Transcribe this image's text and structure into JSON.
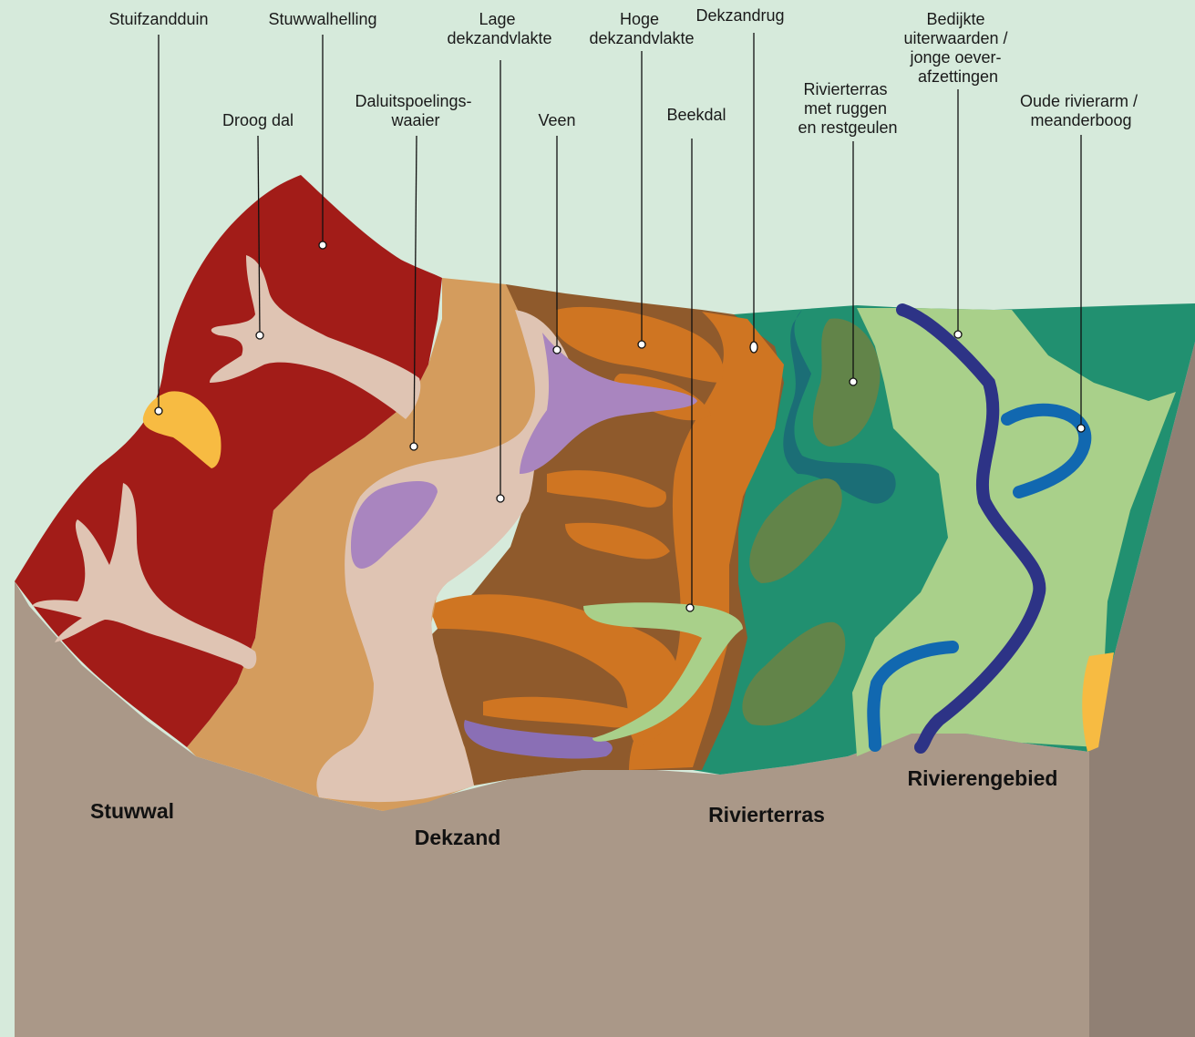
{
  "labels": {
    "stuifzandduin": [
      "Stuifzandduin"
    ],
    "stuwwalhelling": [
      "Stuwwalhelling"
    ],
    "lage_dekzandvlakte": [
      "Lage",
      "dekzandvlakte"
    ],
    "hoge_dekzandvlakte": [
      "Hoge",
      "dekzandvlakte"
    ],
    "dekzandrug": [
      "Dekzandrug"
    ],
    "bedijkte_uiterwaarden": [
      "Bedijkte",
      "uiterwaarden /",
      "jonge oever-",
      "afzettingen"
    ],
    "droog_dal": [
      "Droog dal"
    ],
    "daluitspoelingswaaier": [
      "Daluitspoelings-",
      "waaier"
    ],
    "veen": [
      "Veen"
    ],
    "beekdal": [
      "Beekdal"
    ],
    "rivierterras_ruggen": [
      "Rivierterras",
      "met ruggen",
      "en restgeulen"
    ],
    "oude_rivierarm": [
      "Oude rivierarm /",
      "meanderboog"
    ]
  },
  "zones": {
    "stuwwal": "Stuwwal",
    "dekzand": "Dekzand",
    "rivierterras": "Rivierterras",
    "rivierengebied": "Rivierengebied"
  },
  "colors": {
    "background": "#d6eadb",
    "stuwwal": "#a21c18",
    "droog_dal": "#dfc4b3",
    "stuifzandduin": "#f7bb42",
    "dekzand_light": "#d49c5d",
    "dekzand_brown": "#8f5a2c",
    "dekzand_orange": "#cf7522",
    "veen": "#a985bf",
    "veen_dark": "#8a6fb5",
    "beekdal": "#a9d08a",
    "rivierterras": "#219070",
    "rivierterras_ruggen": "#628449",
    "restgeul": "#1b6e76",
    "uiterwaarden": "#a9d08a",
    "rivier": "#2d3386",
    "rivierarm": "#1168b0",
    "soil_front": "#aa9888",
    "soil_side": "#908074"
  }
}
